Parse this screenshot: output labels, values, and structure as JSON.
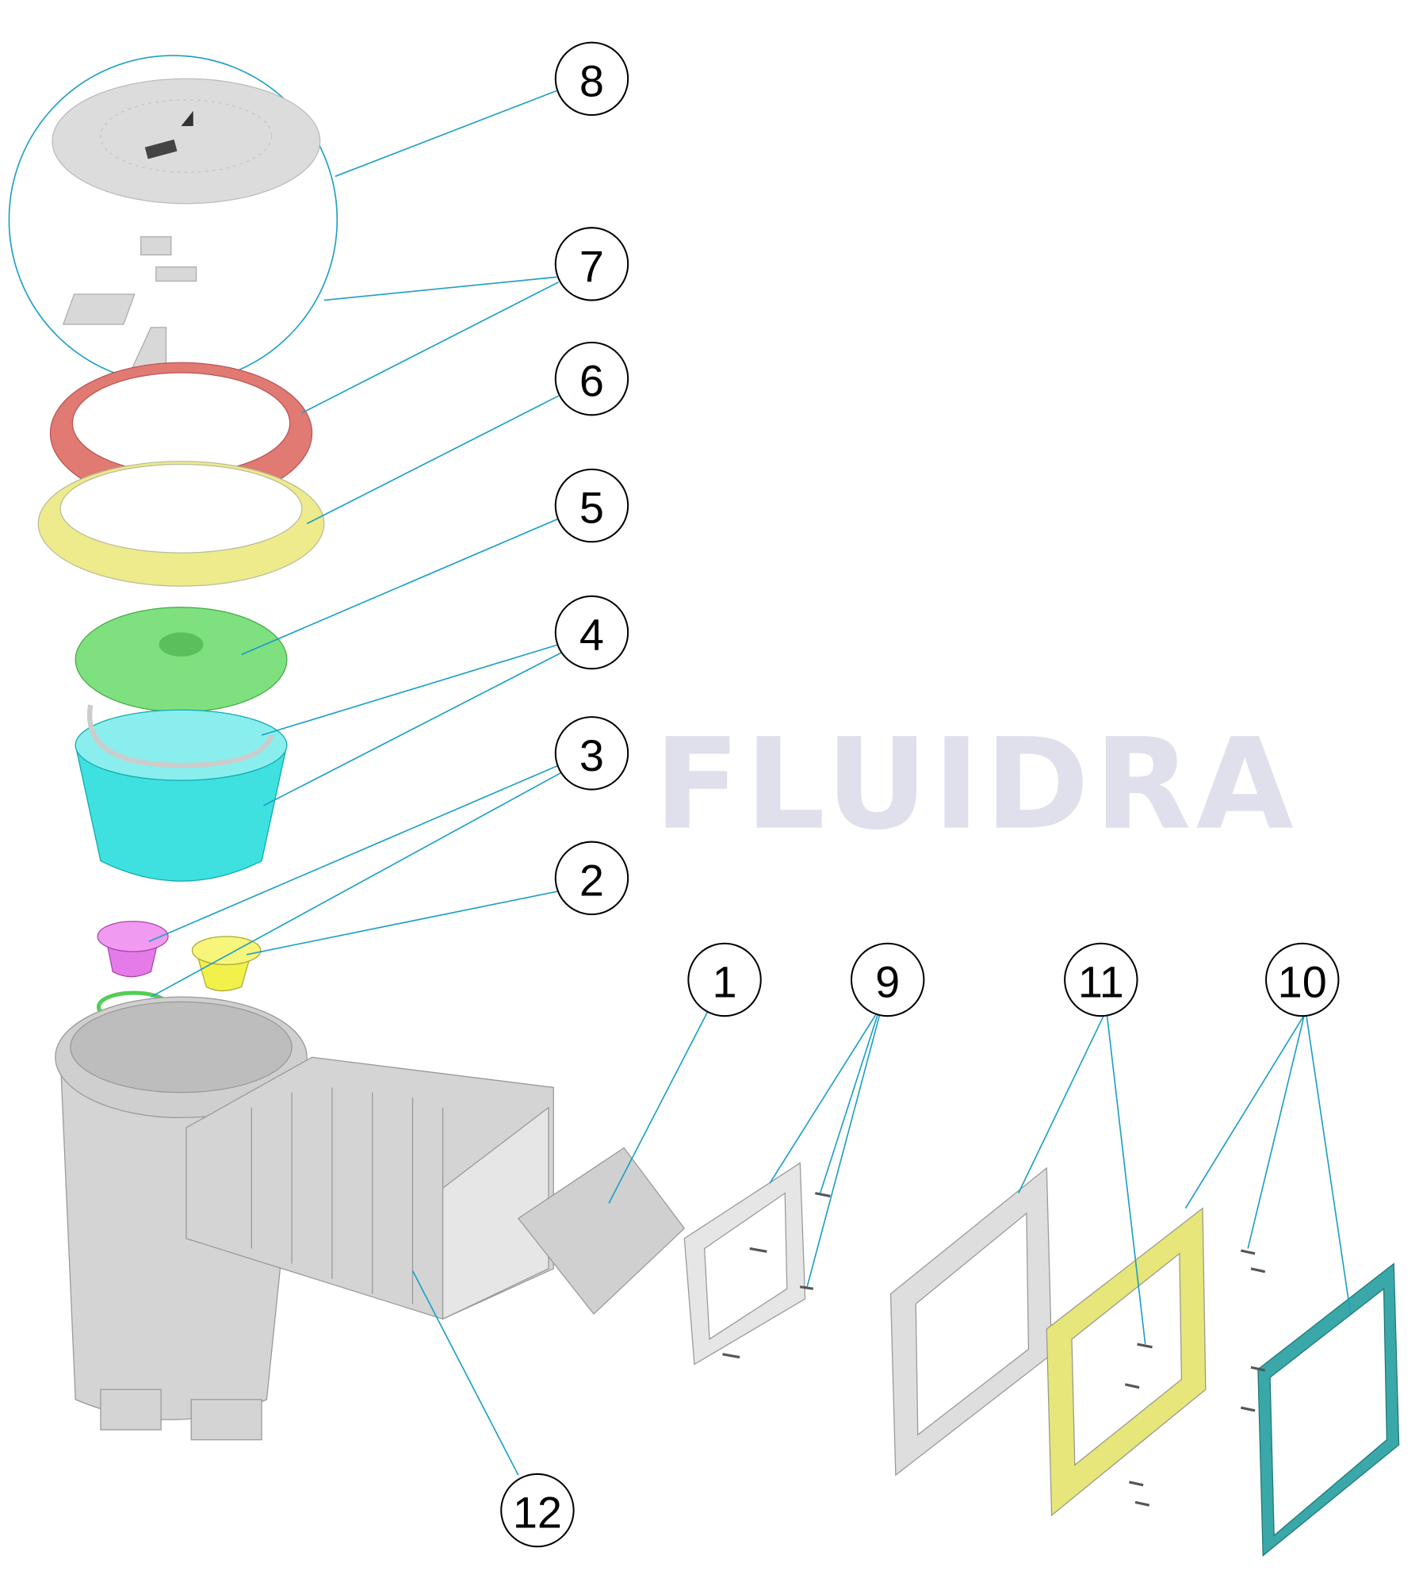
{
  "watermark": "FLUIDRA",
  "colors": {
    "leader": "#1e9fc6",
    "grey_part": "#d4d4d4",
    "ring_red": "#e07a72",
    "ring_yellow": "#eeeb8c",
    "lid_green": "#7fe07f",
    "basket_cyan": "#3ee0e0",
    "plug_magenta": "#e57be8",
    "plug_yellow": "#f2f04a",
    "gasket_yellow": "#e6e67a",
    "frame_teal": "#3aa8a8",
    "watermark": "#dfe0ec"
  },
  "callouts": [
    {
      "label": "8"
    },
    {
      "label": "7"
    },
    {
      "label": "6"
    },
    {
      "label": "5"
    },
    {
      "label": "4"
    },
    {
      "label": "3"
    },
    {
      "label": "2"
    },
    {
      "label": "1"
    },
    {
      "label": "9"
    },
    {
      "label": "11"
    },
    {
      "label": "10"
    },
    {
      "label": "12"
    }
  ]
}
